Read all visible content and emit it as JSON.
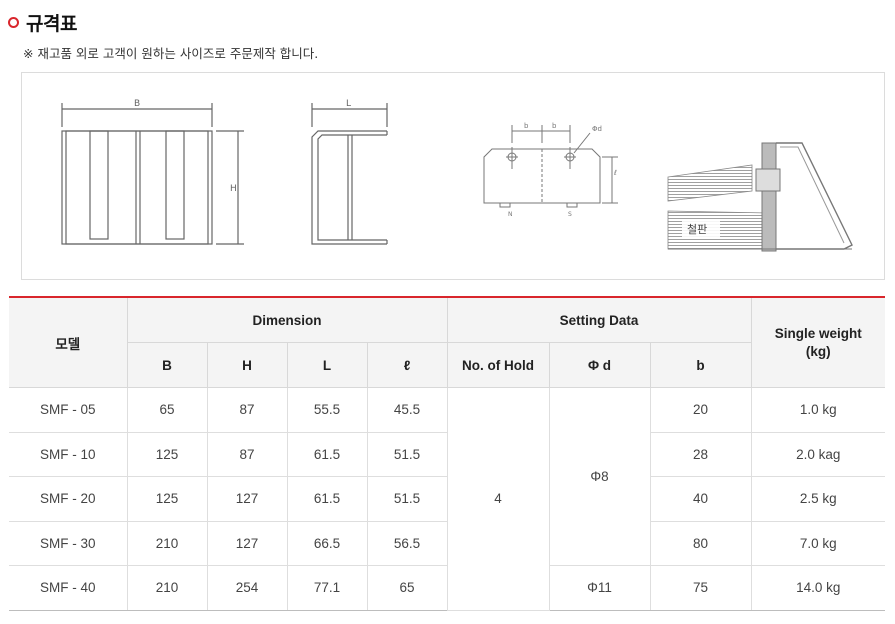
{
  "section": {
    "title": "규격표",
    "note": "※ 재고품 외로 고객이 원하는 사이즈로 주문제작 합니다."
  },
  "figure": {
    "labels": {
      "b_width": "B",
      "h_height": "H",
      "l_length": "L",
      "hole_spacing": "b",
      "hole_dia": "Φd",
      "height_small": "ℓ",
      "pole_n": "N",
      "pole_s": "S",
      "iron_plate": "철판"
    }
  },
  "table": {
    "headers": {
      "model": "모델",
      "dimension": "Dimension",
      "setting_data": "Setting Data",
      "single_weight_line1": "Single weight",
      "single_weight_line2": "(kg)",
      "B": "B",
      "H": "H",
      "L": "L",
      "l": "ℓ",
      "no_of_hold": "No. of Hold",
      "phi_d": "Φ d",
      "b": "b"
    },
    "rows": [
      {
        "model": "SMF - 05",
        "B": "65",
        "H": "87",
        "L": "55.5",
        "l": "45.5",
        "b": "20",
        "weight": "1.0 kg"
      },
      {
        "model": "SMF - 10",
        "B": "125",
        "H": "87",
        "L": "61.5",
        "l": "51.5",
        "b": "28",
        "weight": "2.0 kag"
      },
      {
        "model": "SMF - 20",
        "B": "125",
        "H": "127",
        "L": "61.5",
        "l": "51.5",
        "b": "40",
        "weight": "2.5 kg"
      },
      {
        "model": "SMF - 30",
        "B": "210",
        "H": "127",
        "L": "66.5",
        "l": "56.5",
        "b": "80",
        "weight": "7.0 kg"
      },
      {
        "model": "SMF - 40",
        "B": "210",
        "H": "254",
        "L": "77.1",
        "l": "65",
        "b": "75",
        "weight": "14.0 kg"
      }
    ],
    "no_of_hold_merged": "4",
    "phi_d_group1": "Φ8",
    "phi_d_group2": "Φ11"
  }
}
